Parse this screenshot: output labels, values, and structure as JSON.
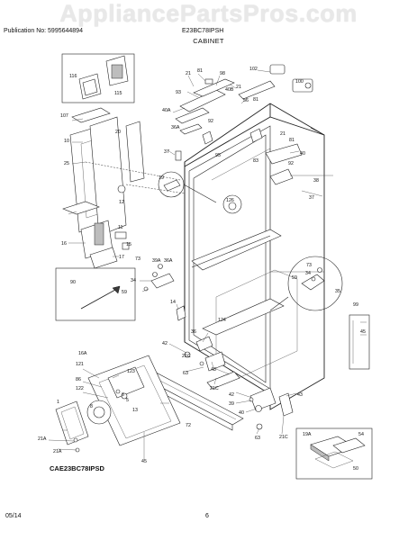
{
  "watermark": "AppliancePartsPros.com",
  "header": {
    "publication": "Publication No: 5995644894",
    "model": "E23BC78IPSH"
  },
  "section_title": "CABINET",
  "diagram_code": "CAE23BC78IPSD",
  "footer": {
    "date": "05/14",
    "page": "6"
  },
  "callouts": {
    "c116": "116",
    "c115": "115",
    "c21a": "21",
    "c81": "81",
    "c98": "98",
    "c102": "102",
    "c100": "100",
    "c21b": "21",
    "c93": "93",
    "c40b": "40B",
    "c56": "56",
    "c81b": "81",
    "c40a": "40A",
    "c92a": "92",
    "c36a": "36A",
    "c20": "20",
    "c107": "107",
    "c10": "10",
    "c25": "25",
    "c95": "95",
    "c83": "83",
    "c21c": "21",
    "c81c": "81",
    "c40": "40",
    "c92b": "92",
    "c37a": "37",
    "c19": "19",
    "c38": "38",
    "c37b": "37",
    "c126": "126",
    "c12": "12",
    "c11": "11",
    "c15": "15",
    "c16": "16",
    "c17": "17",
    "c73a": "73",
    "c39a": "39A",
    "c36b": "36A",
    "c34a": "34",
    "c59a": "59",
    "c90": "90",
    "c73b": "73",
    "c34b": "34",
    "c59b": "59",
    "c35": "35",
    "c14": "14",
    "c124": "124",
    "c36": "36",
    "c99": "99",
    "c45a": "45",
    "c42": "42",
    "c21c2": "21C",
    "c63a": "63",
    "c43a": "43",
    "c16a": "16A",
    "c121": "121",
    "c86": "86",
    "c122": "122",
    "c123": "123",
    "c21d": "21C",
    "c42b": "42",
    "c39b": "39",
    "c40c": "40",
    "c43b": "43",
    "c1": "1",
    "c8": "8",
    "c6": "6",
    "c5": "5",
    "c13": "13",
    "c72": "72",
    "c63b": "63",
    "c21e": "21C",
    "c21f": "21A",
    "c21g": "21A",
    "c45b": "45",
    "c19a": "19A",
    "c54": "54",
    "c50": "50"
  }
}
